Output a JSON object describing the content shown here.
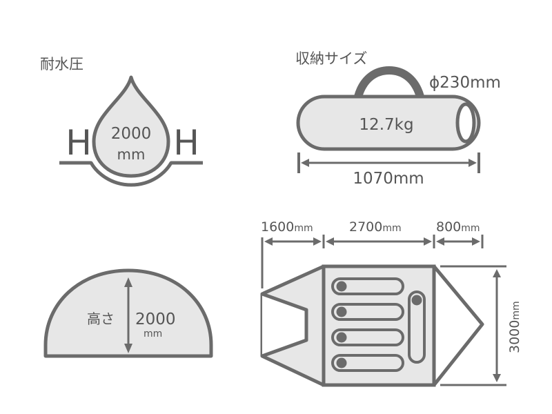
{
  "colors": {
    "stroke": "#6b6b6b",
    "fill": "#e7e7e7",
    "text": "#555555",
    "background": "#ffffff"
  },
  "water_pressure": {
    "label": "耐水圧",
    "value": "2000",
    "unit": "mm",
    "left_letter": "H",
    "right_letter": "H"
  },
  "storage": {
    "label": "収納サイズ",
    "diameter": "ϕ230mm",
    "weight": "12.7kg",
    "length": "1070mm"
  },
  "height": {
    "label": "高さ",
    "value": "2000",
    "unit": "mm"
  },
  "floor_plan": {
    "front_value": "1600",
    "middle_value": "2700",
    "rear_value": "800",
    "side_value": "3000",
    "unit": "mm",
    "sleeper_icons": 5
  }
}
